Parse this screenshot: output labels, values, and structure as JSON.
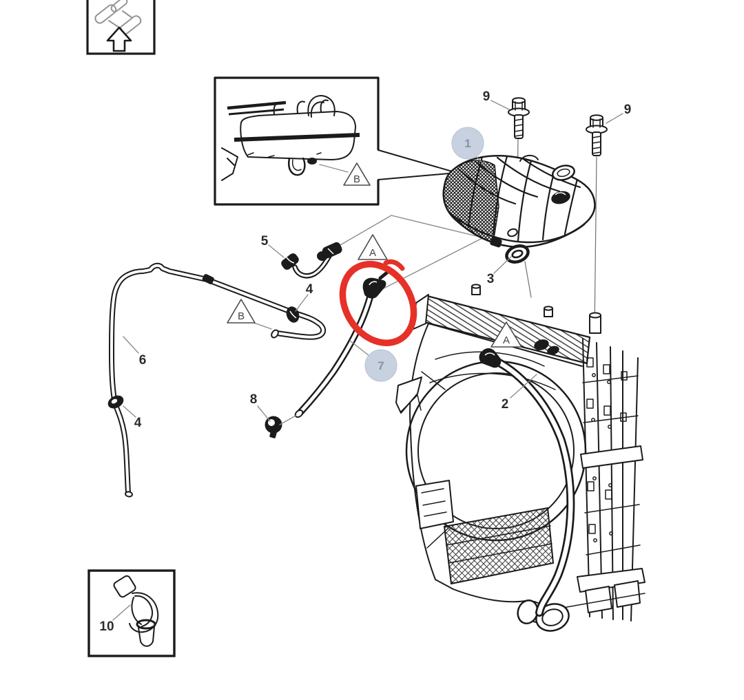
{
  "diagram": {
    "type": "exploded-parts-view",
    "subject": "Coolant expansion tank, hoses, pipes and radiator assembly",
    "annotation": "hand-drawn red ellipse highlighting the elbow fitting of hose part 7",
    "colors": {
      "background": "#ffffff",
      "line": "#1b1b1b",
      "leader": "#8c8c8c",
      "badge_fill": "#c8d1df",
      "badge_text": "#8593a8",
      "marker_text": "#444444",
      "highlight": "#e63128"
    },
    "labels": {
      "n1": "1",
      "n2": "2",
      "n3": "3",
      "n4a": "4",
      "n4b": "4",
      "n5": "5",
      "n6": "6",
      "n7": "7",
      "n8": "8",
      "n9a": "9",
      "n9b": "9",
      "n10": "10",
      "a1": "A",
      "a2": "A",
      "b1": "B",
      "b2": "B"
    }
  }
}
